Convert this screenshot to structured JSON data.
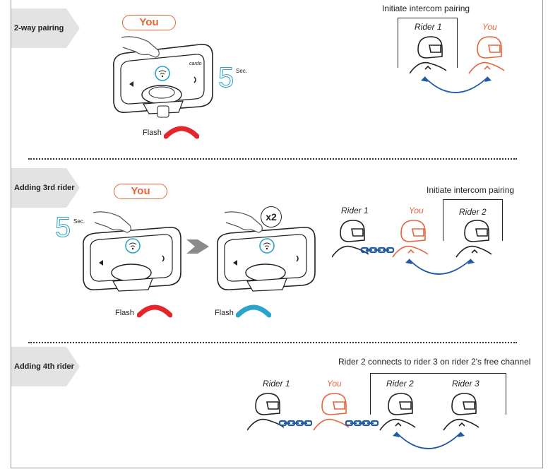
{
  "sections": [
    {
      "tab_label": "2-way pairing",
      "caption": "Initiate intercom pairing"
    },
    {
      "tab_label": "Adding 3rd rider",
      "caption": "Initiate intercom pairing"
    },
    {
      "tab_label": "Adding 4th rider",
      "caption": "Rider 2 connects to rider 3 on rider 2's free channel"
    }
  ],
  "you_label": "You",
  "flash_label": "Flash",
  "five_label": "5",
  "sec_label": "Sec.",
  "x2_label": "x2",
  "brand_label": "cardo",
  "riders": {
    "rider1": "Rider 1",
    "rider2": "Rider 2",
    "rider3": "Rider 3",
    "you": "You"
  },
  "colors": {
    "orange": "#e8653a",
    "red": "#e3262b",
    "blue": "#2aa4c8",
    "chain": "#1f5aa6",
    "arrow": "#1f5aa6"
  }
}
